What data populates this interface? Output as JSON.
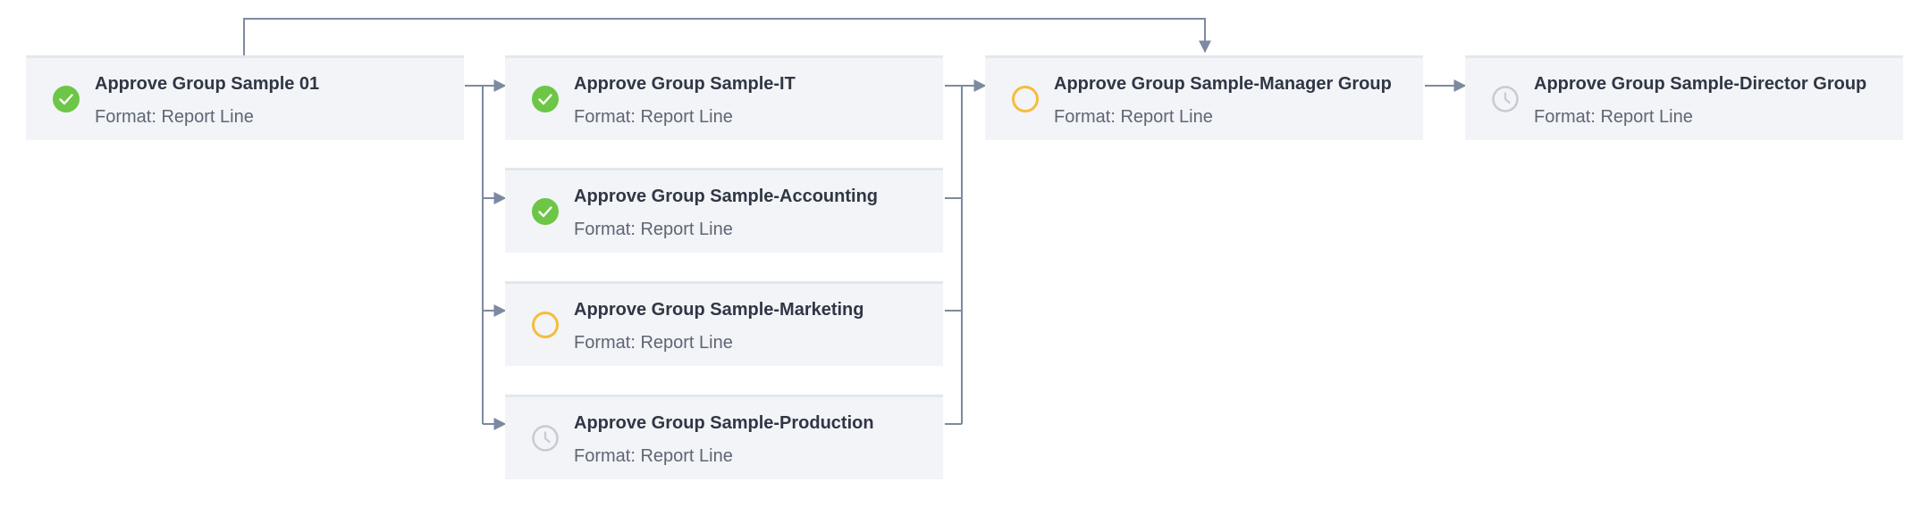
{
  "workflow": {
    "nodes": [
      {
        "id": "n1",
        "title": "Approve Group Sample 01",
        "subtitle": "Format: Report Line",
        "status": "approved",
        "status_icon": "check-circle-icon"
      },
      {
        "id": "n2",
        "title": "Approve Group Sample-IT",
        "subtitle": "Format: Report Line",
        "status": "approved",
        "status_icon": "check-circle-icon"
      },
      {
        "id": "n3",
        "title": "Approve Group Sample-Accounting",
        "subtitle": "Format: Report Line",
        "status": "approved",
        "status_icon": "check-circle-icon"
      },
      {
        "id": "n4",
        "title": "Approve Group Sample-Marketing",
        "subtitle": "Format: Report Line",
        "status": "in-progress",
        "status_icon": "pending-circle-icon"
      },
      {
        "id": "n5",
        "title": "Approve Group Sample-Production",
        "subtitle": "Format: Report Line",
        "status": "waiting",
        "status_icon": "clock-icon"
      },
      {
        "id": "n6",
        "title": "Approve Group Sample-Manager Group",
        "subtitle": "Format: Report Line",
        "status": "in-progress",
        "status_icon": "pending-circle-icon"
      },
      {
        "id": "n7",
        "title": "Approve Group Sample-Director Group",
        "subtitle": "Format: Report Line",
        "status": "waiting",
        "status_icon": "clock-icon"
      }
    ]
  },
  "colors": {
    "approved": "#6dc646",
    "in_progress": "#f5bd3b",
    "waiting": "#c6cbd3",
    "connector": "#7c8aa0",
    "card_bg": "#f2f4f8"
  }
}
